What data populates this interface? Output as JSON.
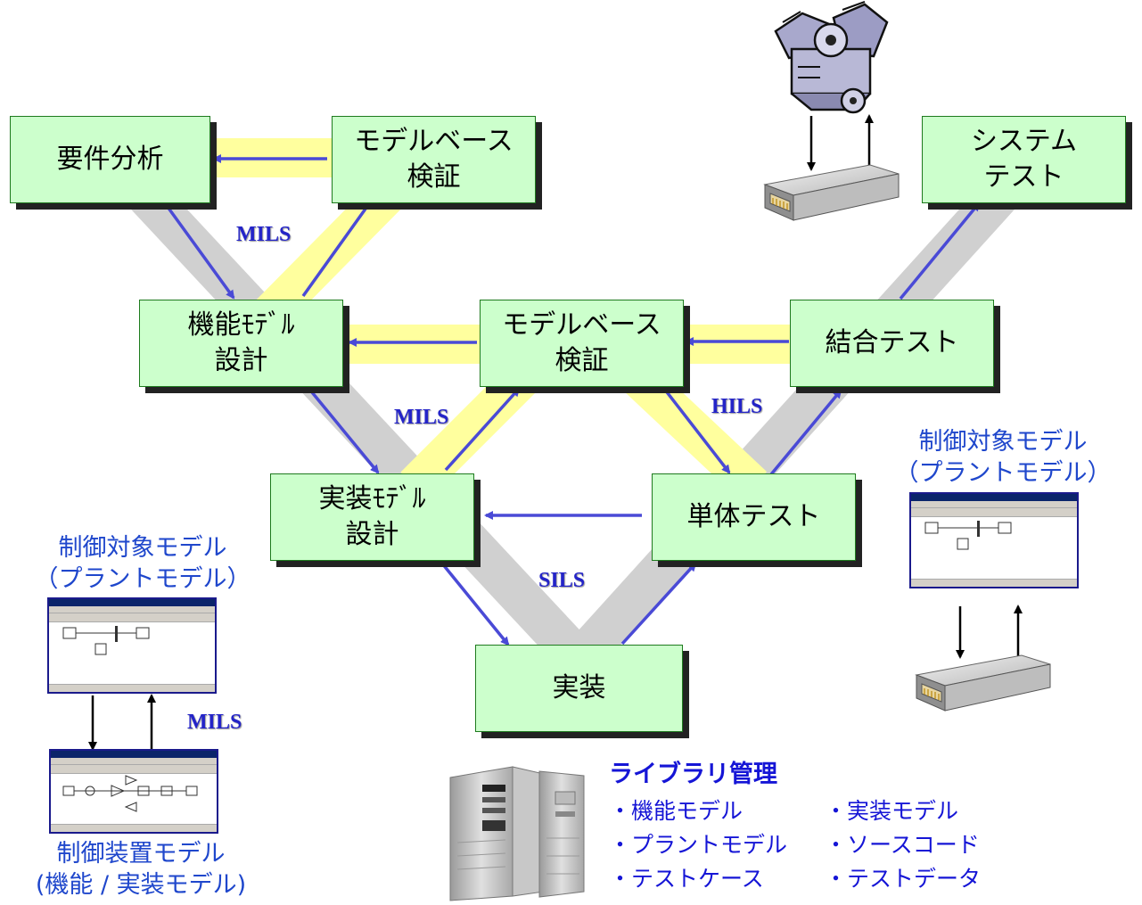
{
  "boxes": {
    "req_analysis": "要件分析",
    "mbv_top": "モデルベース\n検証",
    "func_design": "機能ﾓﾃﾞﾙ\n設計",
    "mbv_mid": "モデルベース\n検証",
    "integ_test": "結合テスト",
    "impl_design": "実装ﾓﾃﾞﾙ\n設計",
    "unit_test": "単体テスト",
    "impl": "実装",
    "sys_test": "システム\nテスト"
  },
  "ils_labels": {
    "mils_top": "MILS",
    "mils_mid": "MILS",
    "hils": "HILS",
    "sils": "SILS",
    "mils_left": "MILS"
  },
  "captions": {
    "plant_left": "制御対象モデル\n（プラントモデル）",
    "plant_right": "制御対象モデル\n（プラントモデル）",
    "controller": "制御装置モデル\n(機能 / 実装モデル)"
  },
  "library": {
    "title": "ライブラリ管理",
    "items": [
      "・機能モデル",
      "・実装モデル",
      "・プラントモデル",
      "・ソースコード",
      "・テストケース",
      "・テストデータ"
    ]
  },
  "colors": {
    "box_fill": "#ccffcc",
    "box_border": "#1e7a1e",
    "arrow": "#4a4ad6",
    "gray_band": "#d0d0d0",
    "yellow_band": "#ffff9e",
    "caption_blue": "#1f47cc"
  },
  "icons": [
    "engine-icon",
    "ecu-hardware-icon",
    "simulink-window-icon",
    "server-rack-icon"
  ]
}
